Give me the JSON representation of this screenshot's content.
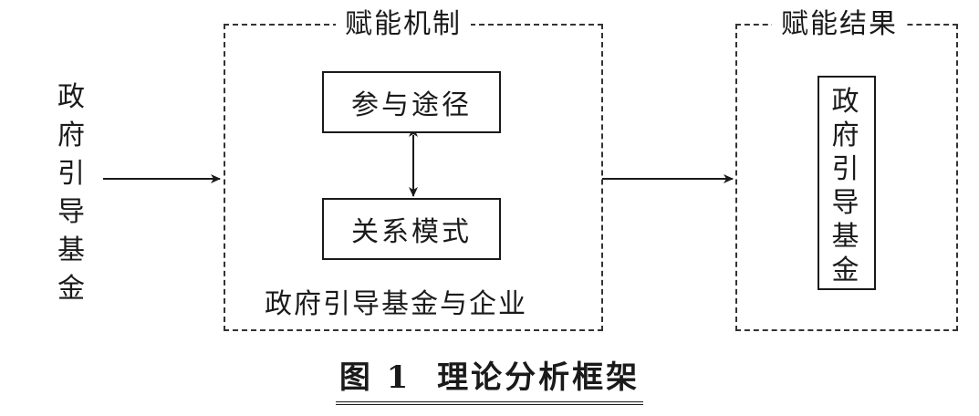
{
  "input_label": "政府引导基金",
  "mechanism": {
    "title": "赋能机制",
    "participation_path": "参与途径",
    "relationship_mode": "关系模式",
    "footer": "政府引导基金与企业"
  },
  "result": {
    "title": "赋能结果",
    "content": "政府引导基金"
  },
  "caption": {
    "figure_number": "图 1",
    "title": "理论分析框架"
  }
}
